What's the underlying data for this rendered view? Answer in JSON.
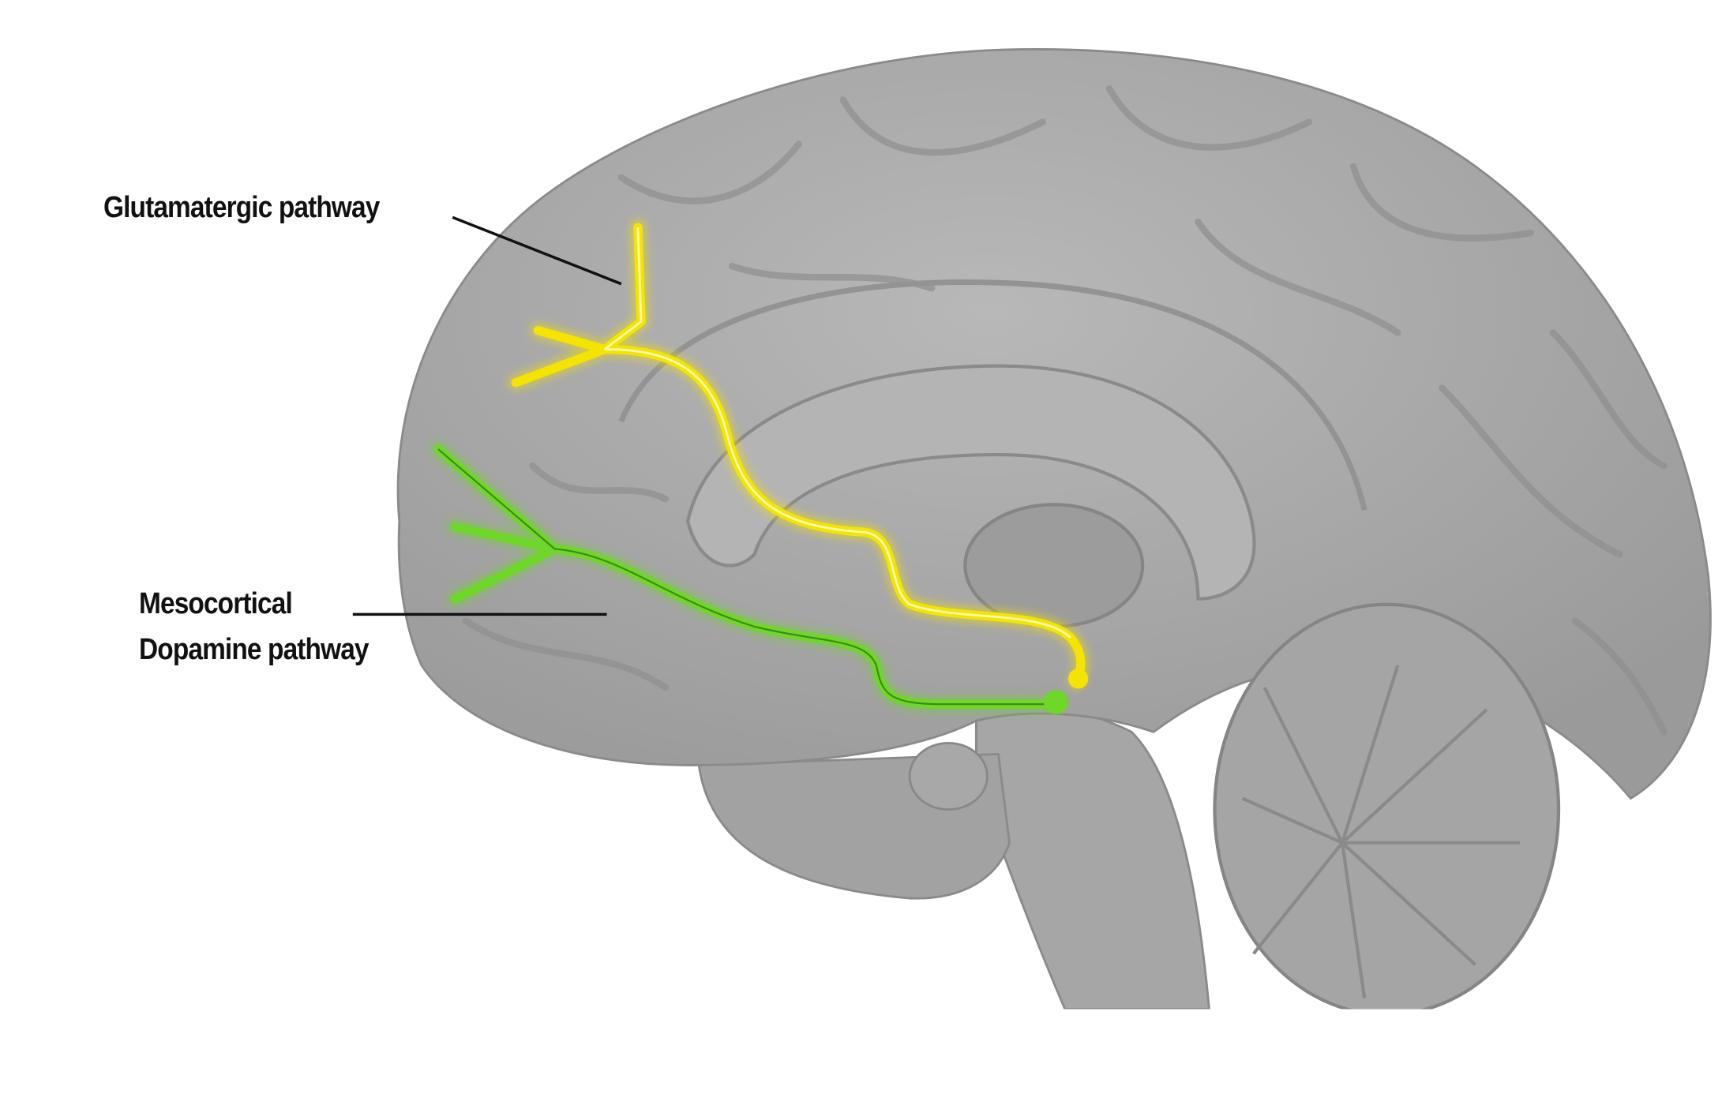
{
  "diagram": {
    "labels": {
      "glutamatergic": "Glutamatergic pathway",
      "mesocortical_line1": "Mesocortical",
      "mesocortical_line2": "Dopamine pathway"
    },
    "colors": {
      "brain": "#a9a9a9",
      "brain_dark": "#8e8e8e",
      "glutamatergic": "#f5e400",
      "mesocortical": "#6fd62a",
      "background": "#ffffff"
    }
  }
}
